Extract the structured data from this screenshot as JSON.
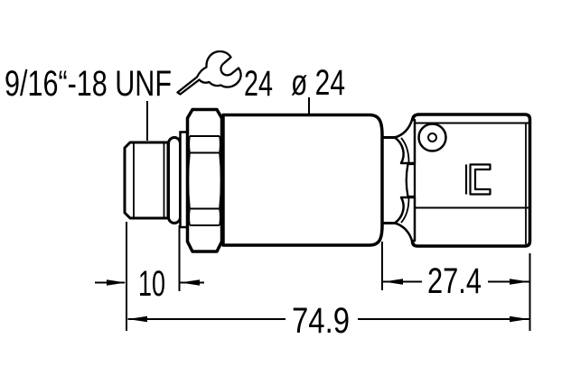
{
  "drawing": {
    "labels": {
      "thread": "9/16“-18 UNF",
      "wrench_size": "24",
      "diameter": "ø 24"
    },
    "dimensions": {
      "thread_length": "10",
      "connector_length": "27.4",
      "overall_length": "74.9"
    },
    "icons": {
      "wrench": "wrench-icon"
    },
    "colors": {
      "line": "#000000",
      "background": "#ffffff"
    }
  }
}
